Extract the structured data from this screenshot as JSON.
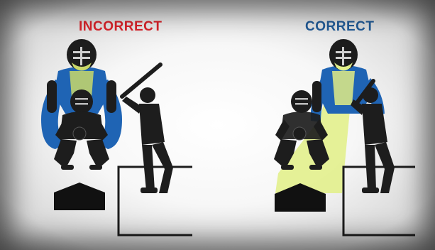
{
  "panels": {
    "incorrect": {
      "label": "INCORRECT",
      "color": "#d8232a"
    },
    "correct": {
      "label": "CORRECT",
      "color": "#215a96"
    }
  },
  "colors": {
    "umpire_shirt": "#1f64b4",
    "sightline": "#e2f08c",
    "silhouette": "#1d1d1d",
    "plate": "#111111"
  },
  "icons": [
    "umpire-figure",
    "catcher-figure",
    "batter-figure",
    "home-plate-icon",
    "batters-box-lines",
    "sightline-beam"
  ]
}
